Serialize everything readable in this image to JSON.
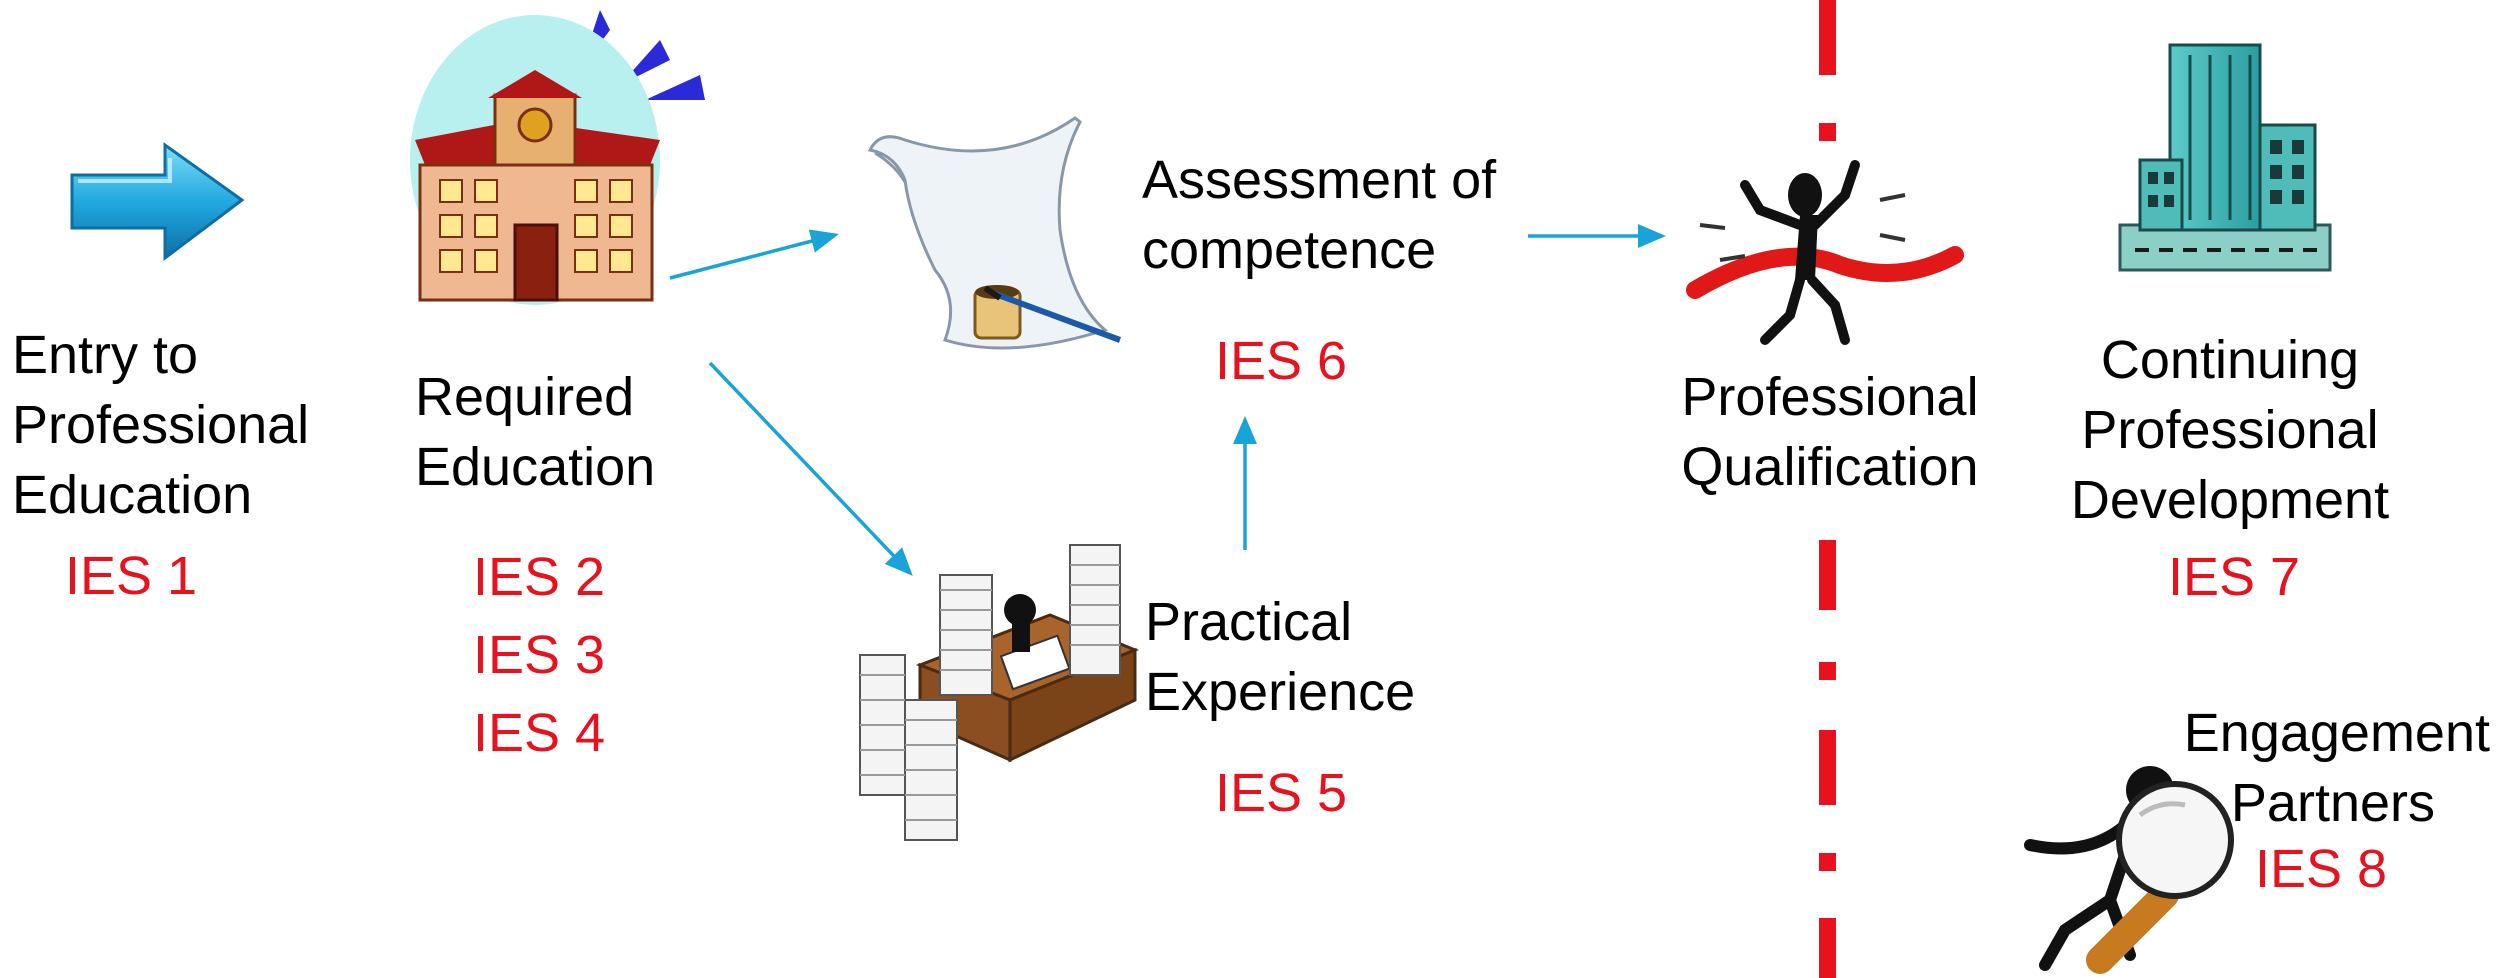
{
  "stages": {
    "entry": {
      "lines": [
        "Entry to",
        "Professional",
        "Education"
      ],
      "ies": [
        "IES 1"
      ]
    },
    "required_education": {
      "lines": [
        "Required",
        "Education"
      ],
      "ies": [
        "IES 2",
        "IES 3",
        "IES 4"
      ]
    },
    "assessment": {
      "lines": [
        "Assessment of",
        "competence"
      ],
      "ies": [
        "IES 6"
      ]
    },
    "practical_experience": {
      "lines": [
        "Practical",
        "Experience"
      ],
      "ies": [
        "IES 5"
      ]
    },
    "professional_qualification": {
      "lines": [
        "Professional",
        "Qualification"
      ]
    },
    "cpd": {
      "lines": [
        "Continuing",
        "Professional",
        "Development"
      ],
      "ies": [
        "IES 7"
      ]
    },
    "engagement_partners": {
      "lines": [
        "Engagement",
        "Partners"
      ],
      "ies": [
        "IES 8"
      ]
    }
  },
  "colors": {
    "ies_text": "#e8121f",
    "arrow": "#1aa3d9",
    "divider": "#e8121f",
    "entry_arrow": "#29b6e8"
  },
  "icons": {
    "entry": "blue-arrow-icon",
    "required_education": "school-building-icon",
    "assessment": "scroll-quill-icon",
    "practical_experience": "desk-paper-stacks-icon",
    "professional_qualification": "finish-line-runner-icon",
    "cpd": "office-tower-icon",
    "engagement_partners": "magnifying-glass-figure-icon"
  }
}
